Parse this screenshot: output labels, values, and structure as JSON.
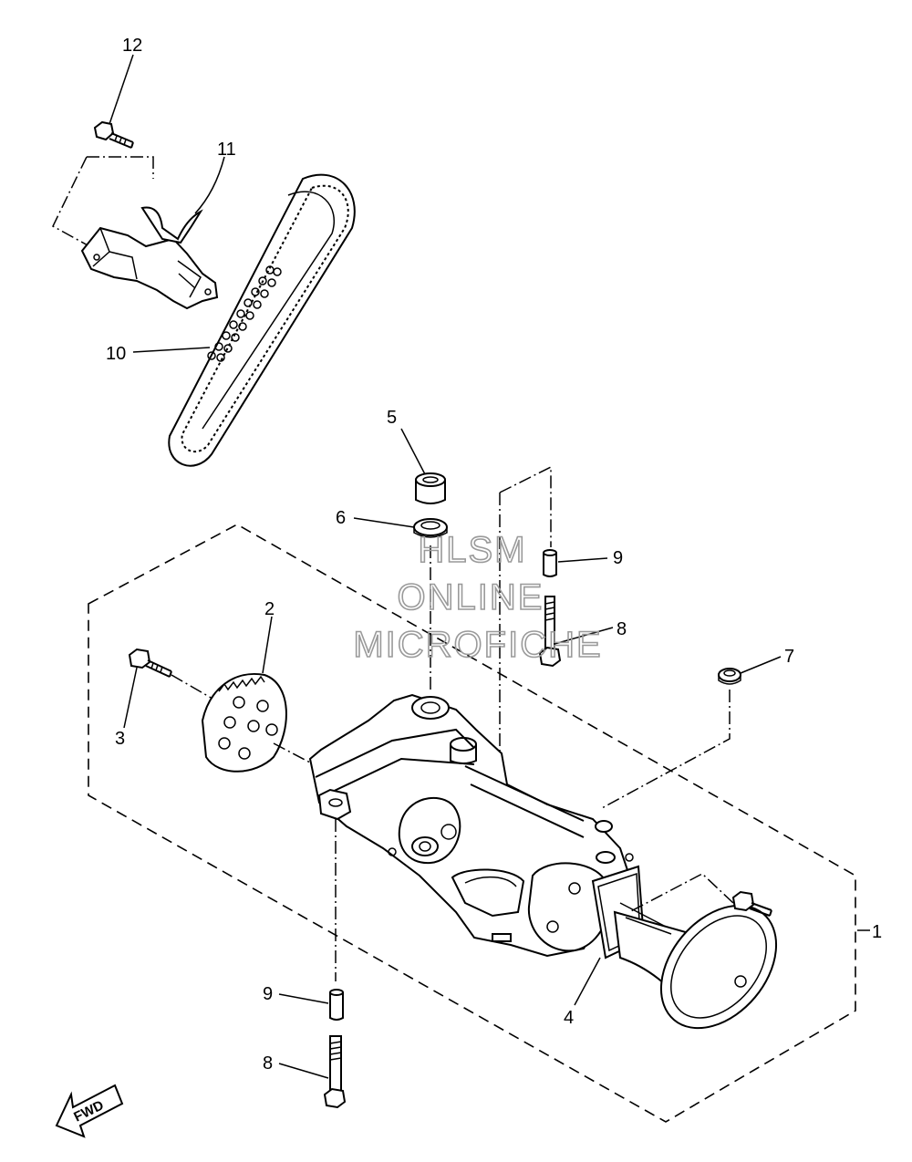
{
  "callouts": [
    {
      "id": "c12",
      "label": "12"
    },
    {
      "id": "c11",
      "label": "11"
    },
    {
      "id": "c10",
      "label": "10"
    },
    {
      "id": "c5",
      "label": "5"
    },
    {
      "id": "c6",
      "label": "6"
    },
    {
      "id": "c9a",
      "label": "9"
    },
    {
      "id": "c8a",
      "label": "8"
    },
    {
      "id": "c7",
      "label": "7"
    },
    {
      "id": "c2",
      "label": "2"
    },
    {
      "id": "c3",
      "label": "3"
    },
    {
      "id": "c1",
      "label": "1"
    },
    {
      "id": "c4",
      "label": "4"
    },
    {
      "id": "c9b",
      "label": "9"
    },
    {
      "id": "c8b",
      "label": "8"
    }
  ],
  "watermark": {
    "line1": "HLSM",
    "line2": "ONLINE",
    "line3": "MICROFICHE"
  },
  "fwd_label": "FWD"
}
